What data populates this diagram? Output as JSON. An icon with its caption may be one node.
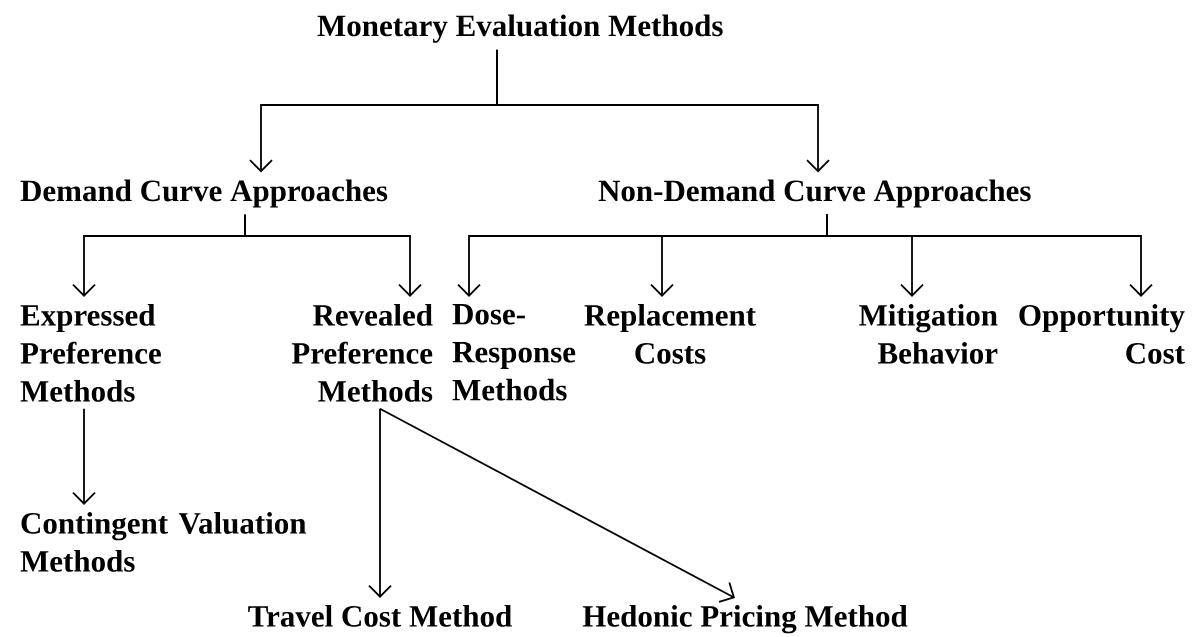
{
  "diagram": {
    "nodes": [
      {
        "text": [
          "Monetary Evaluation Methods"
        ]
      },
      {
        "text": [
          "Demand Curve Approaches"
        ]
      },
      {
        "text": [
          "Non-Demand Curve Approaches"
        ]
      },
      {
        "text": [
          "Expressed Preference Methods"
        ]
      },
      {
        "text": [
          "Revealed Preference Methods"
        ]
      },
      {
        "text": [
          "Dose-Response Methods"
        ]
      },
      {
        "text": [
          "Replacement Costs"
        ]
      },
      {
        "text": [
          "Mitigation Behavior"
        ]
      },
      {
        "text": [
          "Opportunity Cost"
        ]
      },
      {
        "text": [
          "Contingent Valuation Methods"
        ]
      },
      {
        "text": [
          "Travel Cost Method"
        ]
      },
      {
        "text": [
          "Hedonic Pricing Method"
        ]
      }
    ],
    "edges": [
      {
        "from": 0,
        "to": 1,
        "arrow": "to"
      },
      {
        "from": 0,
        "to": 2,
        "arrow": "to"
      },
      {
        "from": 1,
        "to": 3,
        "arrow": "to"
      },
      {
        "from": 1,
        "to": 4,
        "arrow": "to"
      },
      {
        "from": 2,
        "to": 5,
        "arrow": "to"
      },
      {
        "from": 2,
        "to": 6,
        "arrow": "to"
      },
      {
        "from": 2,
        "to": 7,
        "arrow": "to"
      },
      {
        "from": 2,
        "to": 8,
        "arrow": "to"
      },
      {
        "from": 3,
        "to": 9,
        "arrow": "to"
      },
      {
        "from": 4,
        "to": 10,
        "arrow": "to"
      },
      {
        "from": 4,
        "to": 11,
        "arrow": "to"
      }
    ]
  }
}
